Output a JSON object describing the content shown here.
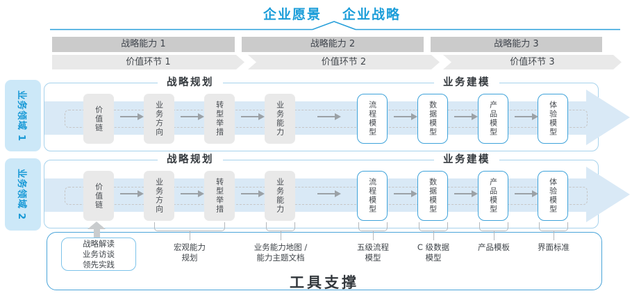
{
  "title": {
    "vision": "企业愿景",
    "strategy": "企业战略"
  },
  "strategic_capabilities": [
    "战略能力 1",
    "战略能力 2",
    "战略能力 3"
  ],
  "value_links": [
    "价值环节 1",
    "价值环节 2",
    "价值环节 3"
  ],
  "business_domains": [
    "业务领域 1",
    "业务领域 2"
  ],
  "rows": [
    {
      "planning_header": "战略规划",
      "modeling_header": "业务建模",
      "boxes": [
        {
          "label": "价值链"
        },
        {
          "label": "业务方向"
        },
        {
          "label": "转型举措"
        },
        {
          "label": "业务能力"
        },
        {
          "label": "流程模型"
        },
        {
          "label": "数据模型"
        },
        {
          "label": "产品模型"
        },
        {
          "label": "体验模型"
        }
      ]
    },
    {
      "planning_header": "战略规划",
      "modeling_header": "业务建模",
      "boxes": [
        {
          "label": "价值链"
        },
        {
          "label": "业务方向"
        },
        {
          "label": "转型举措"
        },
        {
          "label": "业务能力"
        },
        {
          "label": "流程模型"
        },
        {
          "label": "数据模型"
        },
        {
          "label": "产品模型"
        },
        {
          "label": "体验模型"
        }
      ]
    }
  ],
  "annotations": {
    "practice_box": "战略解读\n业务访谈\n领先实践",
    "macro_capability": "宏观能力\n规划",
    "capability_map": "业务能力地图 /\n能力主题文档",
    "process_model": "五级流程\n模型",
    "data_model": "C 级数据\n模型",
    "product_template": "产品模板",
    "ui_standard": "界面标准"
  },
  "footer": {
    "tool_support": "工具支撑"
  },
  "colors": {
    "accent_blue": "#1b9dd9",
    "pointer_line_blue": "#29a0da",
    "domain_tab_fill": "#cce8f8",
    "row_border_blue": "#a6d2ec",
    "model_box_border_blue": "#3fa3da",
    "arrow_band_fill": "#d9e9f6",
    "capability_bar_gray": "#cbcbcb",
    "value_link_gray": "#e9e9e9",
    "gray_box_fill": "#e9e9e9",
    "tool_container_border": "#4aa4d9",
    "dark_text": "#33383d"
  }
}
